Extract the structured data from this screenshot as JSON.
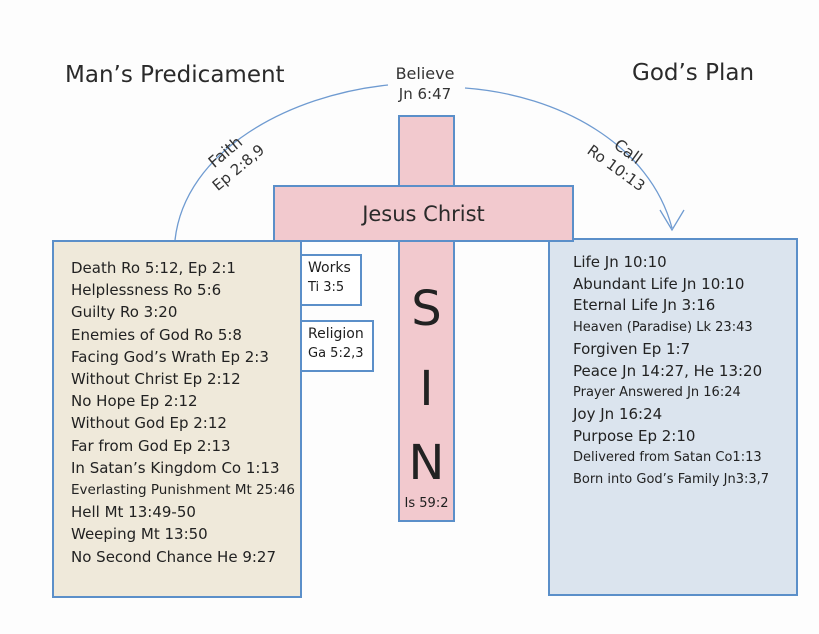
{
  "titles": {
    "left": "Man’s Predicament",
    "right": "God’s Plan"
  },
  "arc_labels": {
    "believe": {
      "word": "Believe",
      "ref": "Jn 6:47"
    },
    "faith": {
      "word": "Faith",
      "ref": "Ep 2:8,9"
    },
    "call": {
      "word": "Call",
      "ref": "Ro 10:13"
    }
  },
  "cross": {
    "name": "Jesus Christ",
    "sin_letters": [
      "S",
      "I",
      "N"
    ],
    "sin_ref": "Is 59:2"
  },
  "works_box": {
    "label": "Works",
    "ref": "Ti 3:5"
  },
  "religion_box": {
    "label": "Religion",
    "ref": "Ga 5:2,3"
  },
  "left_list": [
    "Death  Ro 5:12, Ep 2:1",
    "Helplessness  Ro 5:6",
    "Guilty   Ro 3:20",
    "Enemies of God  Ro 5:8",
    "Facing God’s Wrath Ep 2:3",
    "Without Christ  Ep 2:12",
    "No Hope  Ep 2:12",
    "Without God  Ep 2:12",
    "Far from God  Ep 2:13",
    "In Satan’s Kingdom  Co 1:13",
    "Everlasting Punishment  Mt 25:46",
    "Hell   Mt 13:49-50",
    "Weeping   Mt 13:50",
    "No Second Chance  He 9:27"
  ],
  "right_list": [
    "Life  Jn 10:10",
    "Abundant Life  Jn 10:10",
    "Eternal Life  Jn 3:16",
    "Heaven  (Paradise)  Lk 23:43",
    "Forgiven  Ep 1:7",
    "Peace  Jn 14:27, He 13:20",
    "Prayer Answered  Jn 16:24",
    "Joy  Jn 16:24",
    "Purpose  Ep 2:10",
    "Delivered from Satan  Co1:13",
    "Born into God’s Family Jn3:3,7"
  ],
  "colors": {
    "left_box": "#efe9da",
    "right_box": "#dbe4ee",
    "cross": "#f2c9ce",
    "border": "#5b8fc9",
    "arc": "#6f9bd1"
  }
}
